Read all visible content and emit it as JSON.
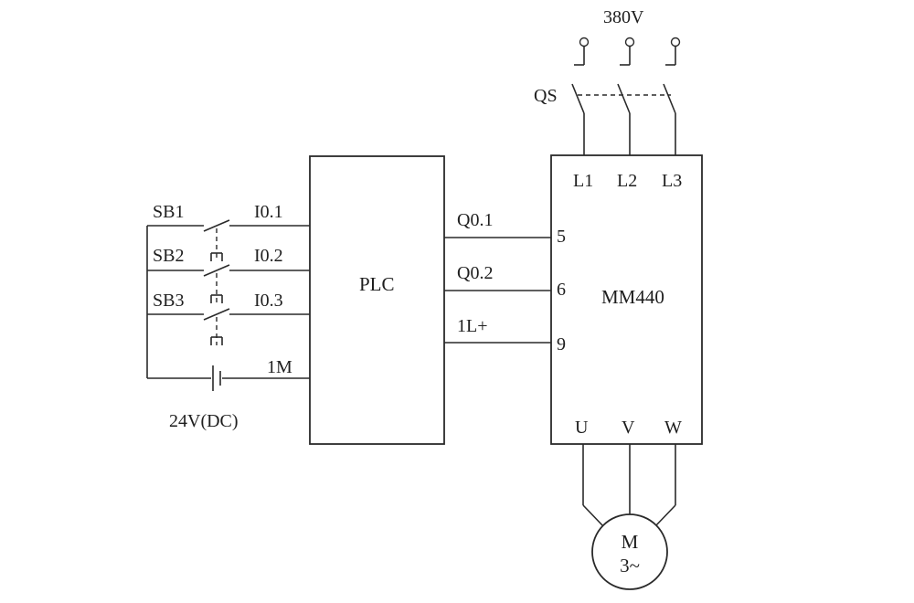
{
  "supply": {
    "voltage": "380V",
    "switch": "QS"
  },
  "plc": {
    "label": "PLC"
  },
  "inverter": {
    "label": "MM440",
    "inputs": [
      "L1",
      "L2",
      "L3"
    ],
    "terminals": [
      "5",
      "6",
      "9"
    ],
    "outputs": [
      "U",
      "V",
      "W"
    ]
  },
  "buttons": [
    "SB1",
    "SB2",
    "SB3"
  ],
  "plc_inputs": [
    "I0.1",
    "I0.2",
    "I0.3"
  ],
  "plc_common": "1M",
  "plc_outputs": [
    "Q0.1",
    "Q0.2",
    "1L+"
  ],
  "battery": {
    "label": "24V(DC)"
  },
  "motor": {
    "line1": "M",
    "line2": "3~"
  }
}
